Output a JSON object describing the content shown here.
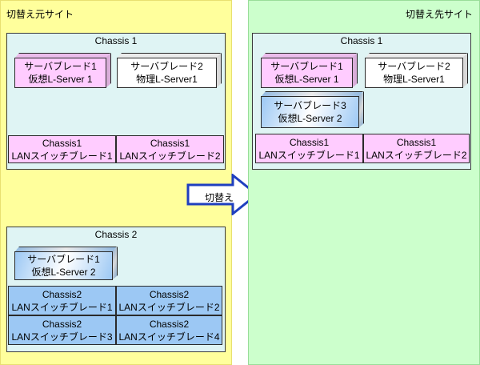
{
  "source_site": {
    "title": "切替え元サイト",
    "chassis1": {
      "title": "Chassis 1",
      "blades": [
        {
          "line1": "サーバブレード1",
          "line2": "仮想L-Server 1"
        },
        {
          "line1": "サーバブレード2",
          "line2": "物理L-Server1"
        }
      ],
      "lan_switches": [
        {
          "line1": "Chassis1",
          "line2": "LANスイッチブレード1"
        },
        {
          "line1": "Chassis1",
          "line2": "LANスイッチブレード2"
        }
      ]
    },
    "chassis2": {
      "title": "Chassis 2",
      "blades": [
        {
          "line1": "サーバブレード1",
          "line2": "仮想L-Server 2"
        }
      ],
      "lan_switches": [
        {
          "line1": "Chassis2",
          "line2": "LANスイッチブレード1"
        },
        {
          "line1": "Chassis2",
          "line2": "LANスイッチブレード2"
        },
        {
          "line1": "Chassis2",
          "line2": "LANスイッチブレード3"
        },
        {
          "line1": "Chassis2",
          "line2": "LANスイッチブレード4"
        }
      ]
    }
  },
  "arrow": {
    "label": "切替え"
  },
  "target_site": {
    "title": "切替え先サイト",
    "chassis1": {
      "title": "Chassis 1",
      "blades": [
        {
          "line1": "サーバブレード1",
          "line2": "仮想L-Server 1"
        },
        {
          "line1": "サーバブレード2",
          "line2": "物理L-Server1"
        },
        {
          "line1": "サーバブレード3",
          "line2": "仮想L-Server 2"
        }
      ],
      "lan_switches": [
        {
          "line1": "Chassis1",
          "line2": "LANスイッチブレード1"
        },
        {
          "line1": "Chassis1",
          "line2": "LANスイッチブレード2"
        }
      ]
    }
  },
  "colors": {
    "source_site_bg": "#ffff9c",
    "target_site_bg": "#ccffcc",
    "chassis_bg": "#dff4f4",
    "pink_blade": "#ffccff",
    "blue_blade": "#9cc8f4",
    "arrow_fill": "#ffffff",
    "arrow_stroke": "#1f3fbf"
  }
}
